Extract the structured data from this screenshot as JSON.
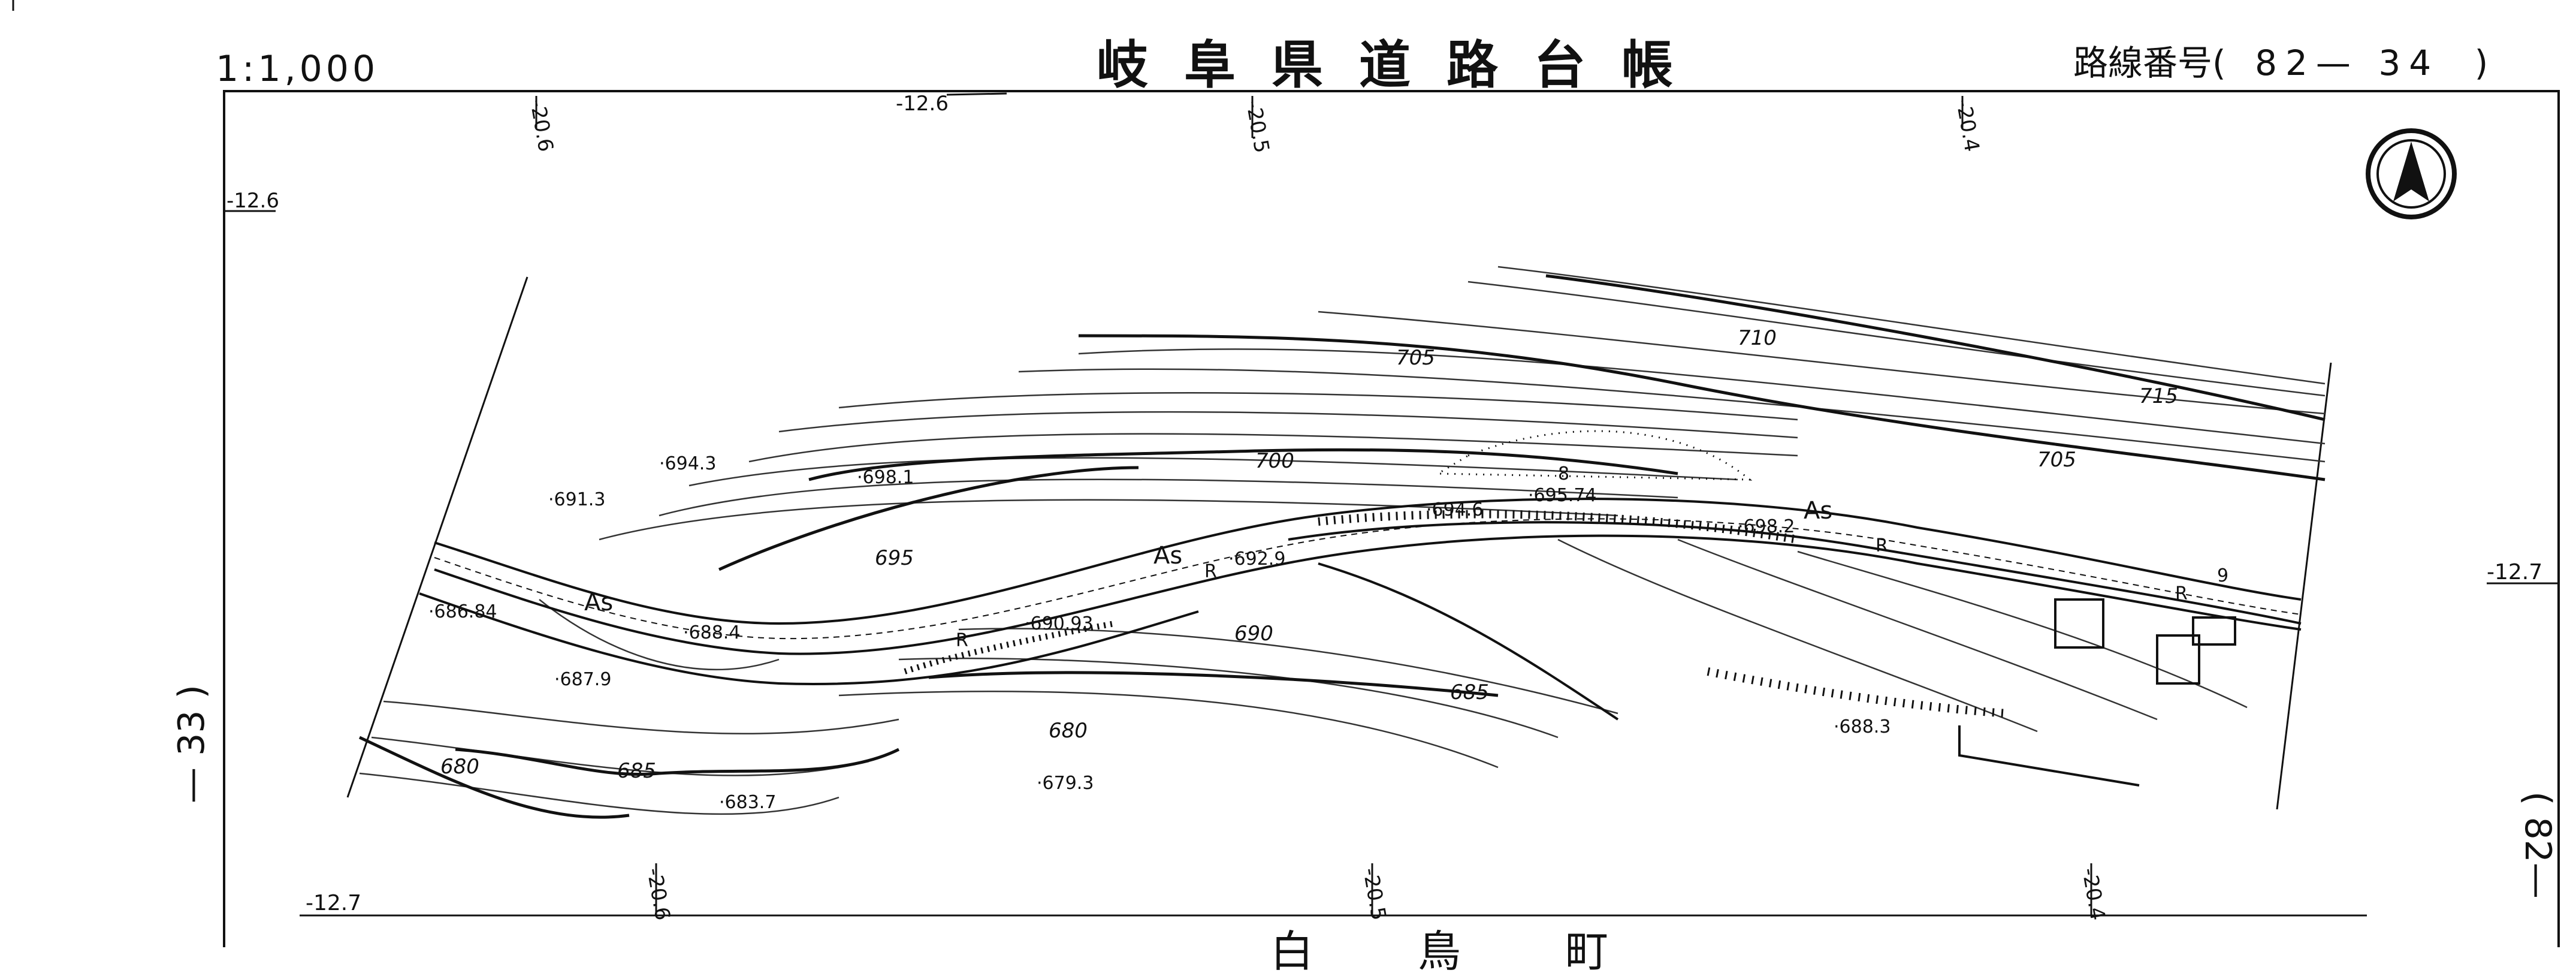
{
  "header": {
    "scale": "1:1,000",
    "title": "岐阜県道路台帳",
    "route_label": "路線番号(",
    "route_number": "82— 34",
    "route_close": ")"
  },
  "side": {
    "left_text": "— 33 )",
    "right_text": "( 82—"
  },
  "bottom_place": "白　　鳥　　町",
  "grid_labels": {
    "top": [
      "-20.6",
      "-12.6",
      "-20.5",
      "-20.4"
    ],
    "left": [
      "-12.6"
    ],
    "right": [
      "-12.7"
    ],
    "bottom": [
      "-12.7",
      "-20.6",
      "-20.5",
      "-20.4"
    ]
  },
  "contours": [
    "710",
    "715",
    "705",
    "705",
    "700",
    "695",
    "690",
    "685",
    "685",
    "680",
    "680"
  ],
  "spot_heights": [
    "694.3",
    "691.3",
    "698.1",
    "694.6",
    "695.74",
    "698.2",
    "692.9",
    "686.84",
    "688.4",
    "690.93",
    "687.9",
    "683.7",
    "679.3",
    "688.3"
  ],
  "surface_labels": [
    "As",
    "As",
    "As"
  ],
  "misc_labels": [
    "R",
    "R",
    "R",
    "R",
    "8",
    "9"
  ],
  "compass": "north-arrow"
}
